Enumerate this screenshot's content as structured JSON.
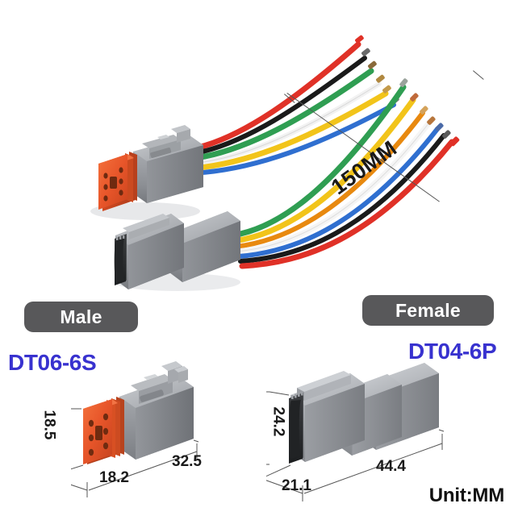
{
  "product": {
    "type": "wire-harness-connector-pair",
    "overall_wire_length": "150MM",
    "unit_note": "Unit:MM"
  },
  "photo": {
    "length_dimension_label": "150MM",
    "wire_colors": [
      "#e03127",
      "#1a1a1a",
      "#2f9e52",
      "#2f6fd0",
      "#f2c41a",
      "#f5f5f5",
      "#e8890f",
      "#8f8f8f"
    ],
    "connectors": {
      "plug_label": "female-receptacle-with-orange-wedge",
      "socket_label": "male-plug-gray"
    }
  },
  "male_panel": {
    "badge_label": "Male",
    "part_number": "DT06-6S",
    "dimensions": {
      "height": "18.5",
      "width": "18.2",
      "length": "32.5"
    },
    "body_color": "#8d9095",
    "seal_color": "#e8562a",
    "cavity_count": 6
  },
  "female_panel": {
    "badge_label": "Female",
    "part_number": "DT04-6P",
    "dimensions": {
      "height": "24.2",
      "width": "21.1",
      "length": "44.4"
    },
    "body_color": "#a7aaae"
  },
  "colors": {
    "badge_background": "#58585a",
    "badge_text": "#ffffff",
    "part_number_text": "#3832cf",
    "dimension_text": "#1a1a1a",
    "dimension_line": "#555555",
    "background": "#ffffff"
  }
}
